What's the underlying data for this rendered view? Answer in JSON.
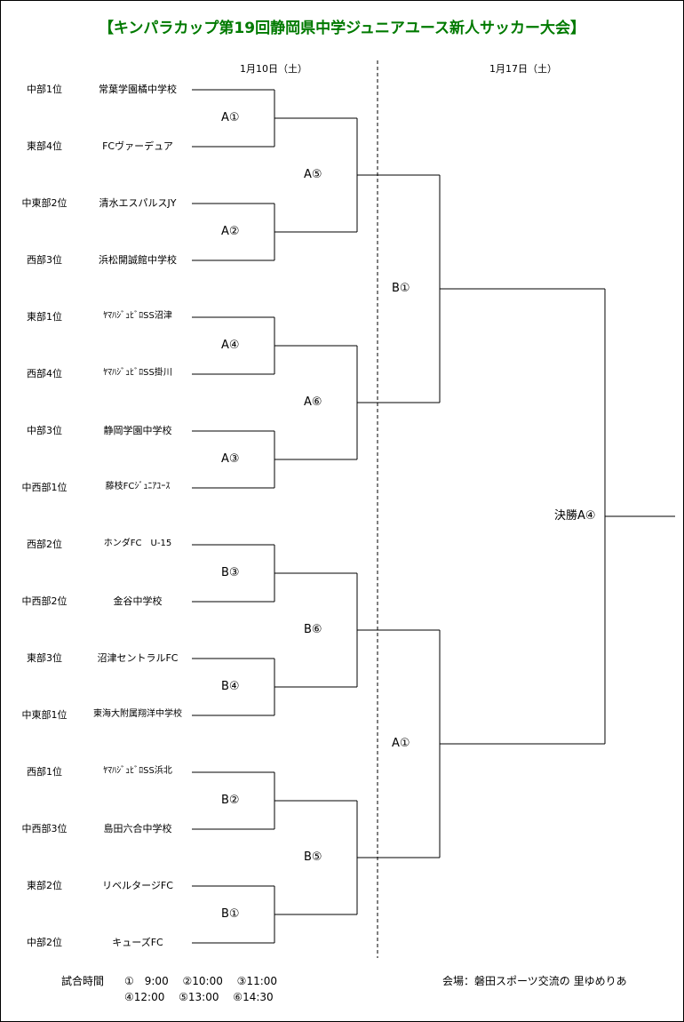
{
  "title": "【キンパラカップ第19回静岡県中学ジュニアユース新人サッカー大会】",
  "colors": {
    "title": "#007a00",
    "line": "#000000"
  },
  "dates": {
    "round1": "1月10日（土）",
    "round2": "1月17日（土）"
  },
  "entries": [
    {
      "rank": "中部1位",
      "team": "常葉学園橘中学校"
    },
    {
      "rank": "東部4位",
      "team": "FCヴァーデュア"
    },
    {
      "rank": "中東部2位",
      "team": "清水エスパルスJY"
    },
    {
      "rank": "西部3位",
      "team": "浜松開誠館中学校"
    },
    {
      "rank": "東部1位",
      "team": "ﾔﾏﾊｼﾞｭﾋﾞﾛSS沼津"
    },
    {
      "rank": "西部4位",
      "team": "ﾔﾏﾊｼﾞｭﾋﾞﾛSS掛川"
    },
    {
      "rank": "中部3位",
      "team": "静岡学園中学校"
    },
    {
      "rank": "中西部1位",
      "team": "藤枝FCｼﾞｭﾆｱﾕｰｽ"
    },
    {
      "rank": "西部2位",
      "team": "ホンダFC　U-15"
    },
    {
      "rank": "中西部2位",
      "team": "金谷中学校"
    },
    {
      "rank": "東部3位",
      "team": "沼津セントラルFC"
    },
    {
      "rank": "中東部1位",
      "team": "東海大附属翔洋中学校"
    },
    {
      "rank": "西部1位",
      "team": "ﾔﾏﾊｼﾞｭﾋﾞﾛSS浜北"
    },
    {
      "rank": "中西部3位",
      "team": "島田六合中学校"
    },
    {
      "rank": "東部2位",
      "team": "リベルタージFC"
    },
    {
      "rank": "中部2位",
      "team": "キューズFC"
    }
  ],
  "matches": {
    "r1": [
      "A①",
      "A②",
      "A④",
      "A③",
      "B③",
      "B④",
      "B②",
      "B①"
    ],
    "r2": [
      "A⑤",
      "A⑥",
      "B⑥",
      "B⑤"
    ],
    "r3": [
      "B①",
      "A①"
    ],
    "final": "決勝A④"
  },
  "footer": {
    "time_label": "試合時間",
    "times_line1": "①　9:00　 ②10:00　 ③11:00",
    "times_line2": "④12:00　 ⑤13:00　 ⑥14:30",
    "venue": "会場：磐田スポーツ交流の 里ゆめりあ"
  }
}
